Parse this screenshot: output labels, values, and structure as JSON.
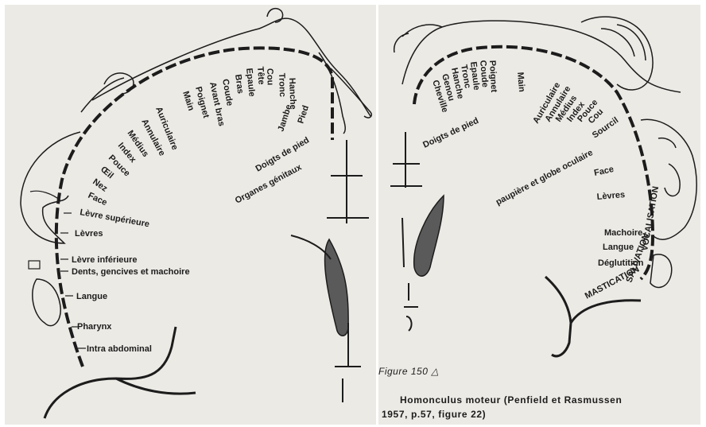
{
  "sensory": {
    "labels": [
      "Intra abdominal",
      "Pharynx",
      "Langue",
      "Dents, gencives et machoire",
      "Lèvre inférieure",
      "Lèvres",
      "Lèvre supérieure",
      "Face",
      "Nez",
      "Œil",
      "Pouce",
      "Index",
      "Médius",
      "Annulaire",
      "Auriculaire",
      "Main",
      "Poignet",
      "Avant bras",
      "Coude",
      "Bras",
      "Epaule",
      "Tête",
      "Cou",
      "Tronc",
      "Hanche",
      "Jambe",
      "Pied",
      "Doigts de pied",
      "Organes génitaux"
    ]
  },
  "motor": {
    "labels": [
      "Doigts de pied",
      "Cheville",
      "Genou",
      "Hanche",
      "Tronc",
      "Epaule",
      "Coude",
      "Poignet",
      "Main",
      "Auriculaire",
      "Annulaire",
      "Médius",
      "Index",
      "Pouce",
      "Cou",
      "Sourcil",
      "paupière et globe oculaire",
      "Face",
      "Lèvres",
      "Machoire",
      "Langue",
      "Déglutition"
    ],
    "arc_vocalisation": "VOCALISATION",
    "arc_salivation": "SALIVATION",
    "arc_mastication": "MASTICATION"
  },
  "caption": {
    "figure_prefix": "Figure 150",
    "figure_symbol": "△",
    "line1": "Homonculus moteur (Penfield et Rasmussen",
    "line2": "1957, p.57, figure 22)"
  }
}
